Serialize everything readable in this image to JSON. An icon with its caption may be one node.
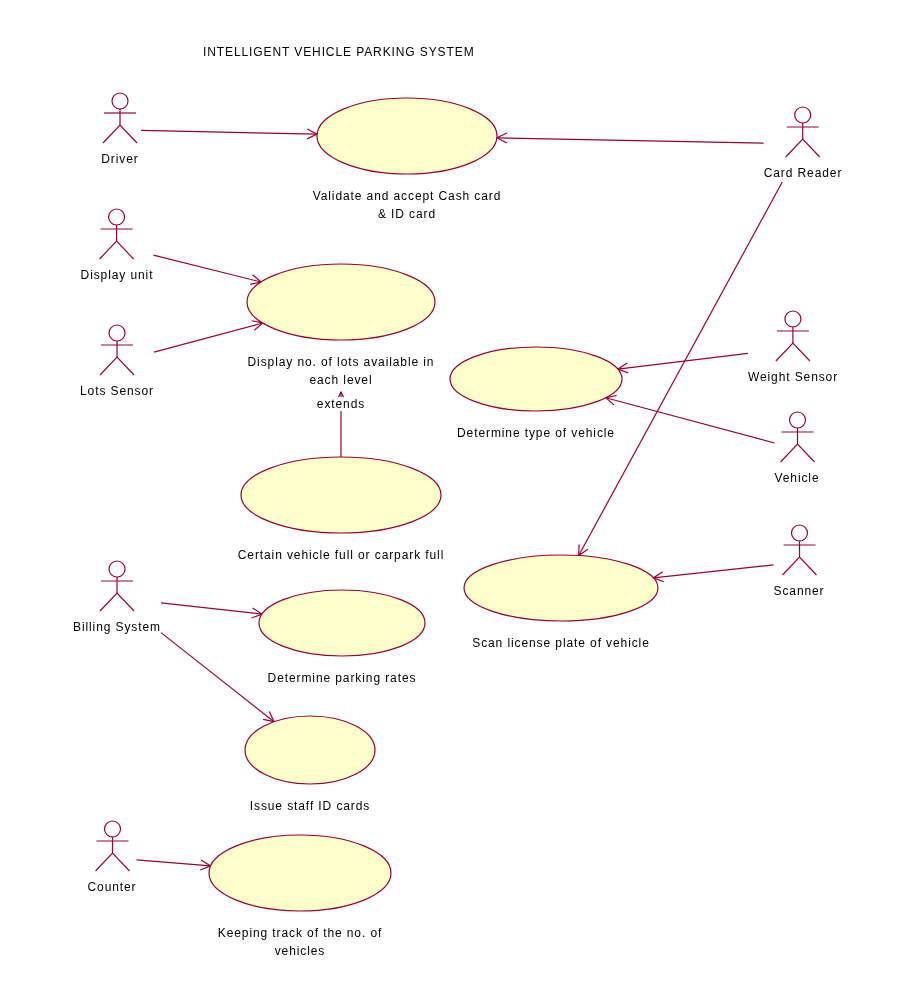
{
  "diagram": {
    "title": "INTELLIGENT VEHICLE PARKING SYSTEM",
    "nodes": [
      {
        "text": [
          "Driver"
        ]
      },
      {
        "text": [
          "Validate and accept Cash card & ID card"
        ]
      },
      {
        "text": [
          "Card Reader"
        ]
      },
      {
        "text": [
          "Display unit"
        ]
      },
      {
        "text": [
          "Display no. of lots available in each level"
        ]
      },
      {
        "text": [
          "Lots Sensor"
        ]
      },
      {
        "text": [
          "Weight Sensor"
        ]
      },
      {
        "text": [
          "Determine type of vehicle"
        ]
      },
      {
        "text": [
          "Vehicle"
        ]
      },
      {
        "text": [
          "Certain vehicle full or carpark full"
        ]
      },
      {
        "text": [
          "Billing System"
        ]
      },
      {
        "text": [
          "Determine parking rates"
        ]
      },
      {
        "text": [
          "Scan license plate of vehicle"
        ]
      },
      {
        "text": [
          "Scanner"
        ]
      },
      {
        "text": [
          "Issue staff ID cards"
        ]
      },
      {
        "text": [
          "Counter"
        ]
      },
      {
        "text": [
          "Keeping track of the no. of vehicles"
        ]
      }
    ],
    "edges": [
      {
        "from": 0,
        "to": 1,
        "arrow": "to"
      },
      {
        "from": 2,
        "to": 1,
        "arrow": "to"
      },
      {
        "from": 3,
        "to": 4,
        "arrow": "to"
      },
      {
        "from": 5,
        "to": 4,
        "arrow": "to"
      },
      {
        "from": 9,
        "to": 4,
        "arrow": "to",
        "label": "extends"
      },
      {
        "from": 2,
        "to": 12,
        "arrow": "to"
      },
      {
        "from": 6,
        "to": 7,
        "arrow": "to"
      },
      {
        "from": 8,
        "to": 7,
        "arrow": "to"
      },
      {
        "from": 10,
        "to": 11,
        "arrow": "to"
      },
      {
        "from": 13,
        "to": 12,
        "arrow": "to"
      },
      {
        "from": 10,
        "to": 14,
        "arrow": "to"
      },
      {
        "from": 15,
        "to": 16,
        "arrow": "to"
      }
    ]
  }
}
